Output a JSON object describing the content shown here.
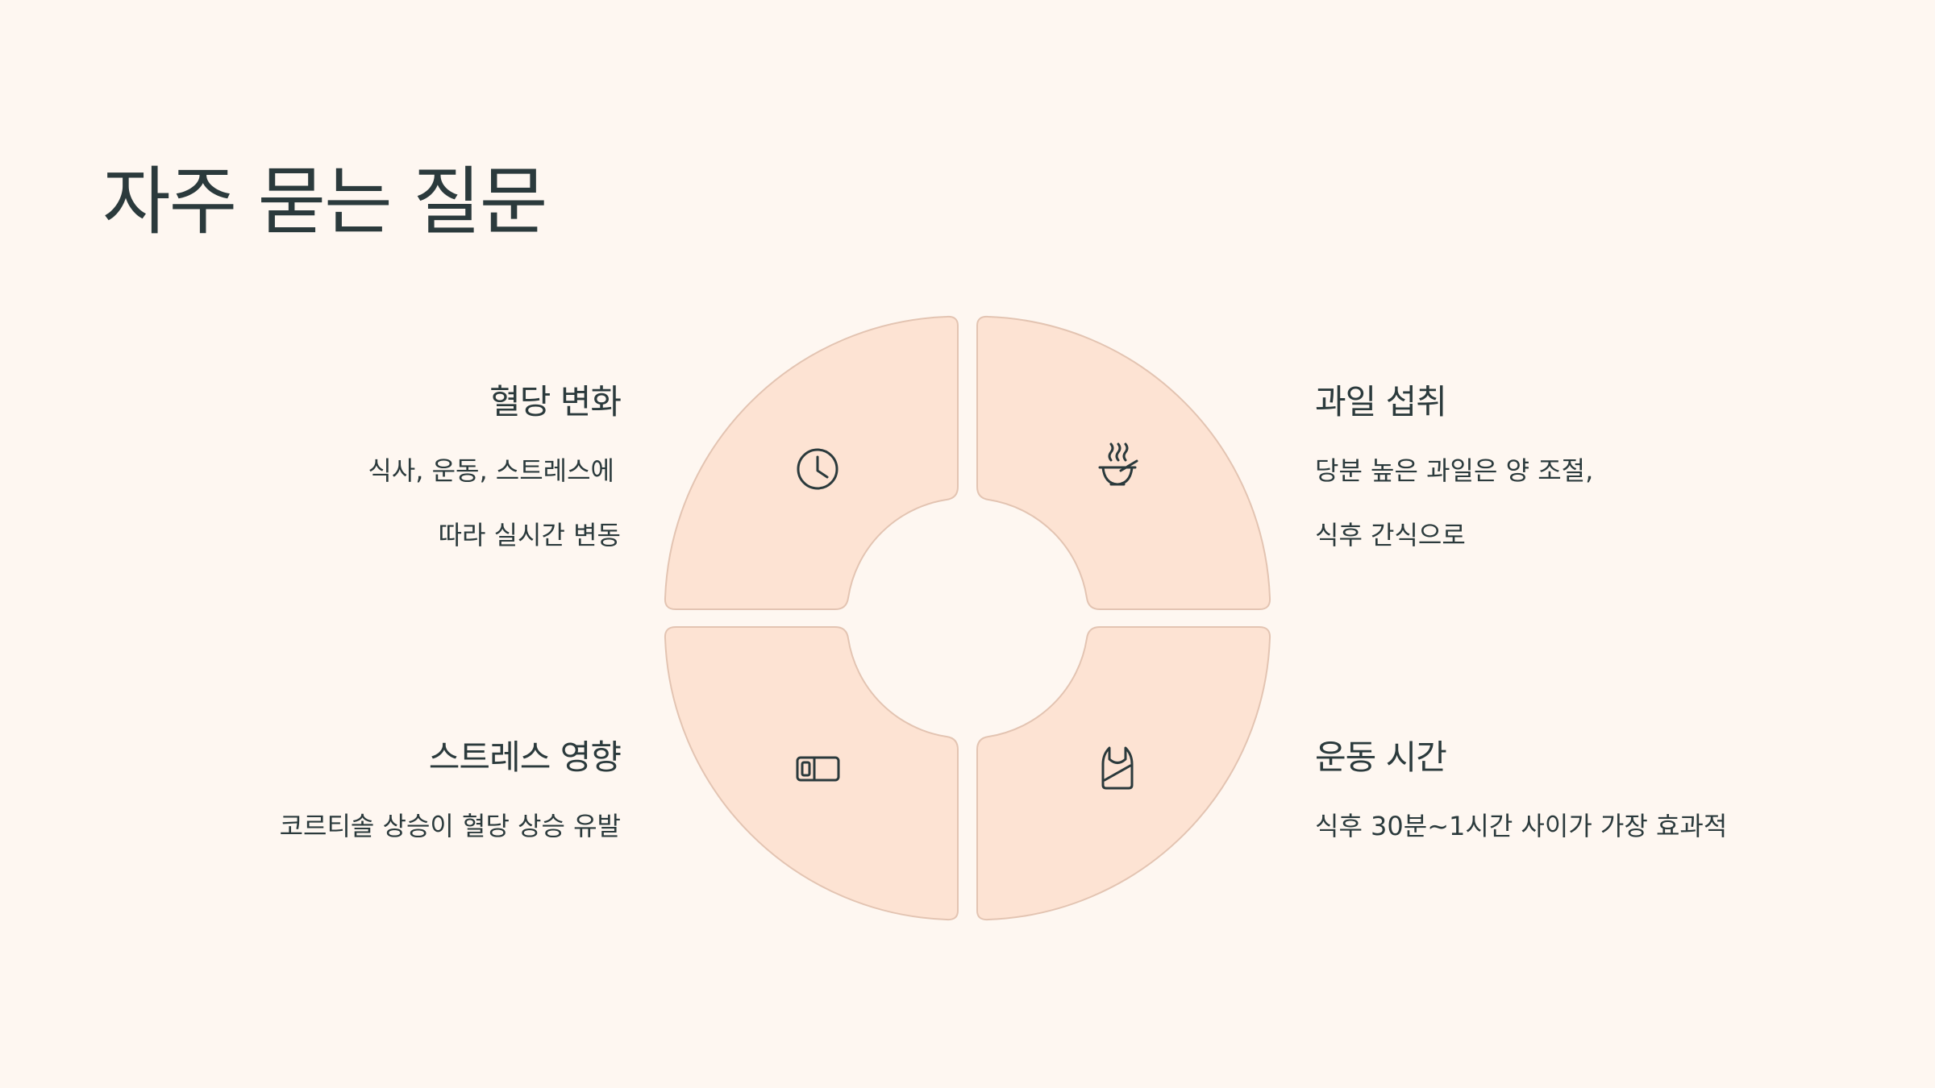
{
  "slide": {
    "title": "자주 묻는 질문",
    "colors": {
      "background": "#fef7f1",
      "quadrant_fill": "#fde3d3",
      "quadrant_border": "#e3c4b2",
      "text": "#2b3a3c"
    }
  },
  "faq": [
    {
      "heading": "혈당 변화",
      "lines": [
        "식사, 운동, 스트레스에",
        "따라 실시간 변동"
      ],
      "icon": "clock-icon"
    },
    {
      "heading": "과일 섭취",
      "lines": [
        "당분 높은 과일은 양 조절,",
        "식후 간식으로"
      ],
      "icon": "bowl-icon"
    },
    {
      "heading": "스트레스 영향",
      "lines": [
        "코르티솔 상승이 혈당 상승 유발"
      ],
      "icon": "battery-icon"
    },
    {
      "heading": "운동 시간",
      "lines": [
        "식후 30분~1시간 사이가 가장 효과적"
      ],
      "icon": "tank-top-icon"
    }
  ]
}
